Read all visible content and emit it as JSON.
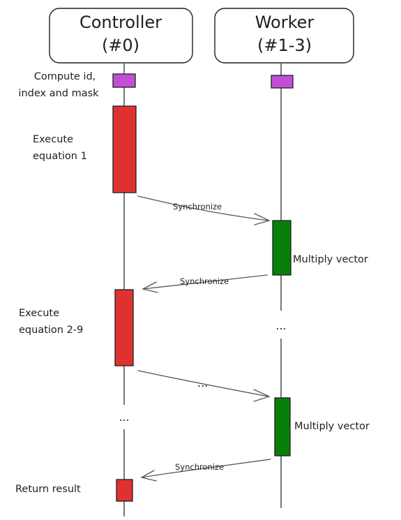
{
  "colors": {
    "init_block": "#c04fd6",
    "controller_block": "#e03131",
    "worker_block": "#087f0b",
    "ink": "#1e1e1e"
  },
  "participants": {
    "controller": {
      "line1": "Controller",
      "line2": "(#0)"
    },
    "worker": {
      "line1": "Worker",
      "line2": "(#1-3)"
    }
  },
  "notes": {
    "compute_line1": "Compute id,",
    "compute_line2": "index and mask",
    "execute1_line1": "Execute",
    "execute1_line2": "equation 1",
    "multiply1": "Multiply vector",
    "execute2_line1": "Execute",
    "execute2_line2": "equation 2-9",
    "multiply2": "Multiply vector",
    "return_result": "Return result"
  },
  "messages": {
    "sync1": "Synchronize",
    "sync2": "Synchronize",
    "ellipsis_msg": "...",
    "sync3": "Synchronize"
  },
  "ellipses": {
    "worker_gap": "...",
    "controller_gap": "..."
  }
}
